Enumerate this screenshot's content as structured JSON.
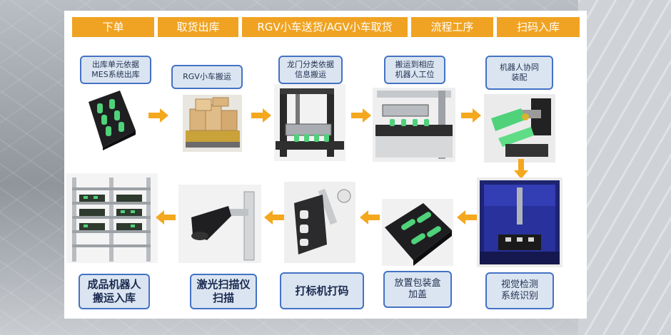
{
  "header": {
    "stages": [
      "下单",
      "取货出库",
      "RGV小车送货/AGV小车取货",
      "流程工序",
      "扫码入库"
    ]
  },
  "steps_top": [
    {
      "label": "出库单元依据\nMES系统出库",
      "image": "green-pins-fixture"
    },
    {
      "label": "RGV小车搬运",
      "image": "rgv-cart-boxes"
    },
    {
      "label": "龙门分类依据\n信息搬运",
      "image": "gantry-handler"
    },
    {
      "label": "搬运到相应\n机器人工位",
      "image": "robot-workstation"
    },
    {
      "label": "机器人协同\n装配",
      "image": "robot-gripper"
    }
  ],
  "steps_bottom": [
    {
      "label": "成品机器人\n搬运入库",
      "image": "storage-rack"
    },
    {
      "label": "激光扫描仪\n扫描",
      "image": "laser-scanner"
    },
    {
      "label": "打标机打码",
      "image": "label-printer"
    },
    {
      "label": "放置包装盒\n加盖",
      "image": "packaging-tray"
    },
    {
      "label": "视觉检测\n系统识别",
      "image": "vision-inspection-cabinet"
    }
  ],
  "colors": {
    "header_orange": "#f0a322",
    "arrow_orange": "#f4a81e",
    "box_border_blue": "#4472c4",
    "box_fill": "#dbe5f1",
    "part_green": "#4fd27a"
  }
}
